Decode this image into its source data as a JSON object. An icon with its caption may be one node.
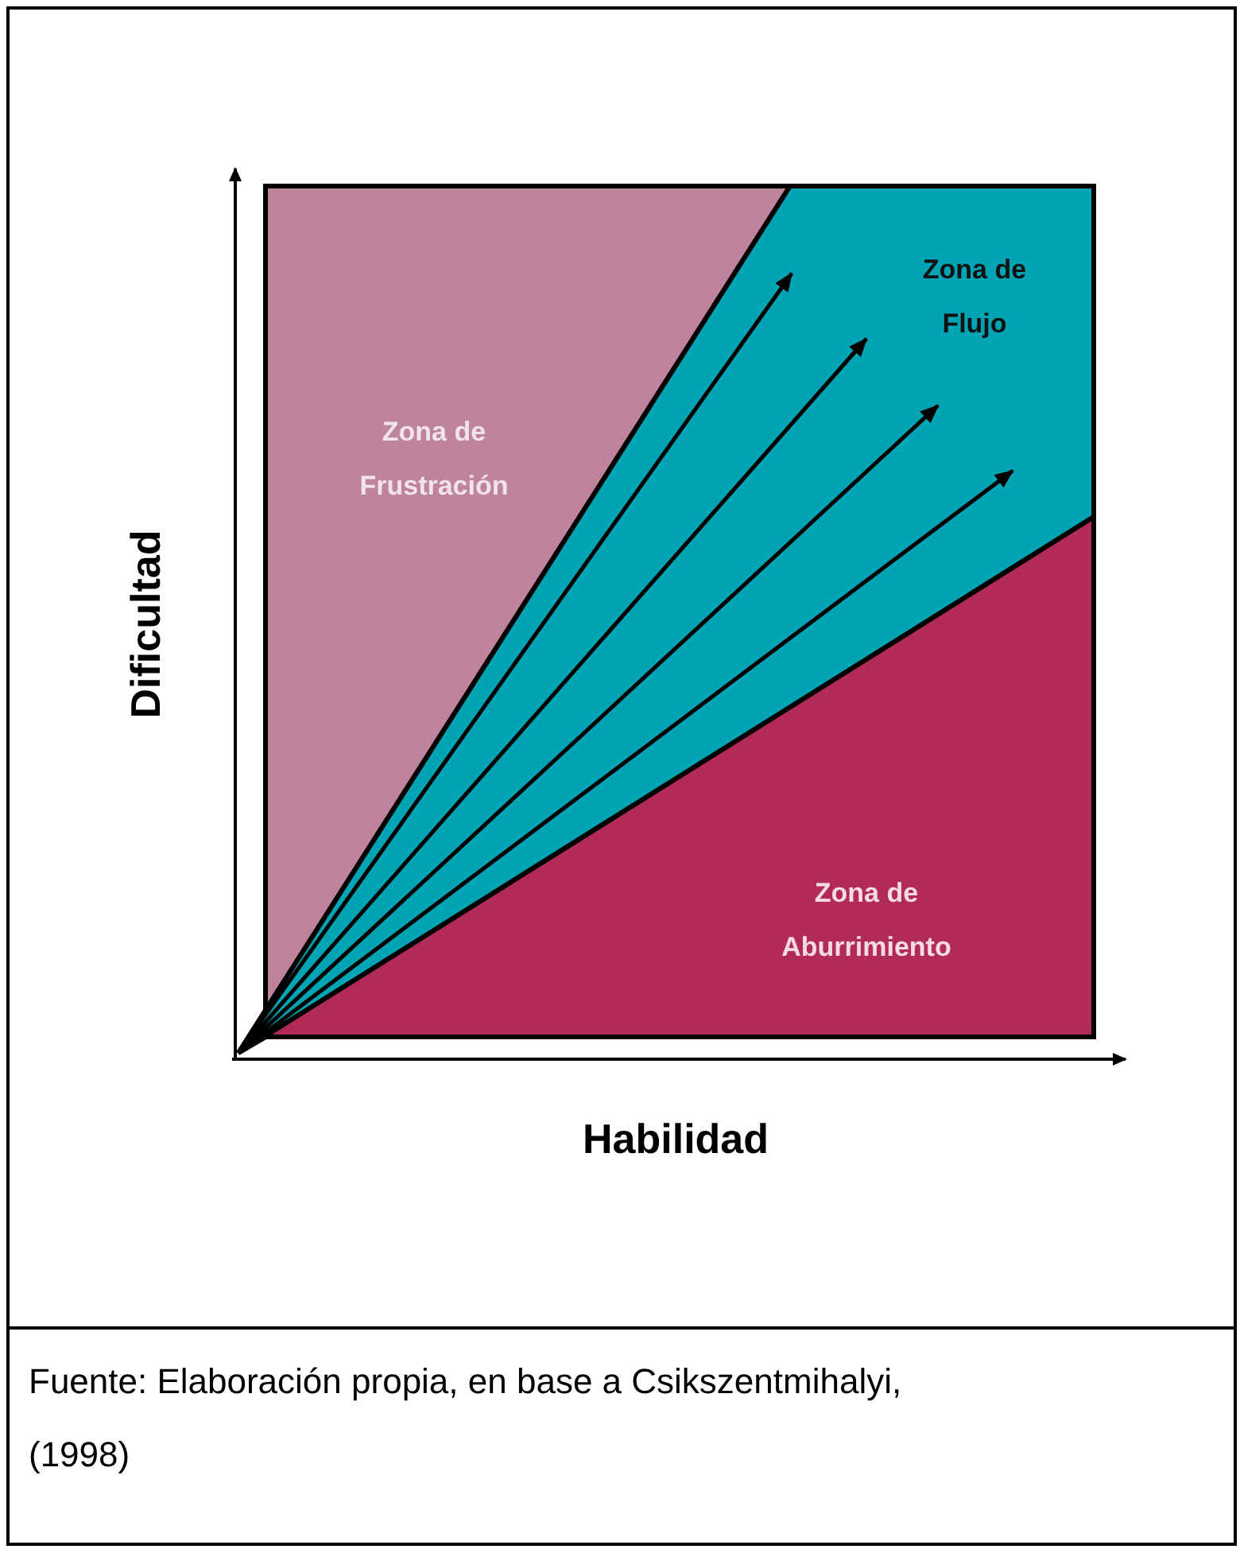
{
  "diagram": {
    "caption": "Fuente: Elaboración propia, en base a Csikszentmihalyi, (1998)",
    "nodes": [
      {
        "text": [
          "Zona de Frustración"
        ]
      },
      {
        "text": [
          "Zona de Flujo"
        ]
      },
      {
        "text": [
          "Zona de Aburrimiento"
        ]
      }
    ],
    "labels": [
      "Dificultad",
      "Habilidad"
    ]
  }
}
